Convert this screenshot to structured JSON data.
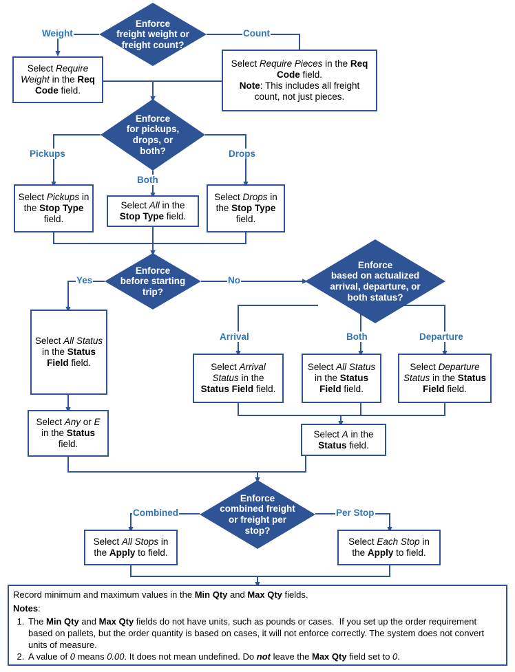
{
  "diagram": {
    "title": "Freight requirement enforcement flowchart",
    "colors": {
      "diamond_fill": "#2F5496",
      "box_border": "#2F5496",
      "edge_label": "#2E75B6",
      "connector": "#2F5496",
      "text": "#000000",
      "diamond_text": "#FFFFFF",
      "background": "#FFFFFF"
    }
  },
  "decisions": {
    "d1": {
      "lines": [
        "Enforce",
        "freight weight or",
        "freight count?"
      ]
    },
    "d2": {
      "lines": [
        "Enforce",
        "for pickups,",
        "drops, or",
        "both?"
      ]
    },
    "d3": {
      "lines": [
        "Enforce",
        "before starting",
        "trip?"
      ]
    },
    "d4": {
      "lines": [
        "Enforce",
        "based on actualized",
        "arrival, departure, or",
        "both status?"
      ]
    },
    "d5": {
      "lines": [
        "Enforce",
        "combined freight",
        "or freight per",
        "stop?"
      ]
    }
  },
  "edge_labels": {
    "weight": "Weight",
    "count": "Count",
    "pickups": "Pickups",
    "both_stop": "Both",
    "drops": "Drops",
    "yes": "Yes",
    "no": "No",
    "arrival": "Arrival",
    "both_status": "Both",
    "departure": "Departure",
    "combined": "Combined",
    "per_stop": "Per Stop"
  },
  "boxes": {
    "require_weight": {
      "html": "Select <i>Require Weight</i> in the <b>Req Code</b> field.",
      "plain": "Select Require Weight in the Req Code field."
    },
    "require_pieces": {
      "html": "Select <i>Require Pieces</i> in the <b>Req Code</b> field.<br><b>Note</b>: This includes all freight count, not just pieces.",
      "plain": "Select Require Pieces in the Req Code field. Note: This includes all freight count, not just pieces."
    },
    "stop_pickups": {
      "html": "Select <i>Pickups</i> in the <b>Stop Type</b> field.",
      "plain": "Select Pickups in the Stop Type field."
    },
    "stop_all": {
      "html": "Select <i>All</i> in the <b>Stop Type</b> field.",
      "plain": "Select All in the Stop Type field."
    },
    "stop_drops": {
      "html": "Select <i>Drops</i> in the <b>Stop Type</b> field.",
      "plain": "Select Drops in the Stop Type field."
    },
    "status_all_field": {
      "html": "Select <i>All Status</i> in the <b>Status Field</b> field.",
      "plain": "Select All Status in the Status Field field."
    },
    "status_any_or_e": {
      "html": "Select <i>Any</i> or <i>E</i> in the <b>Status</b> field.",
      "plain": "Select Any or E in the Status field."
    },
    "status_arrival": {
      "html": "Select <i>Arrival Status</i> in the <b>Status Field</b> field.",
      "plain": "Select Arrival Status in the Status Field field."
    },
    "status_all_both": {
      "html": "Select <i>All Status</i> in the <b>Status Field</b> field.",
      "plain": "Select All Status in the Status Field field."
    },
    "status_departure": {
      "html": "Select <i>Departure Status</i> in the <b>Status Field</b> field.",
      "plain": "Select Departure Status in the Status Field field."
    },
    "status_a": {
      "html": "Select <i>A</i> in the <b>Status</b> field.",
      "plain": "Select A in the Status field."
    },
    "apply_all_stops": {
      "html": "Select <i>All Stops</i> in the <b>Apply</b> to field.",
      "plain": "Select All Stops in the Apply to field."
    },
    "apply_each_stop": {
      "html": "Select <i>Each Stop</i> in the <b>Apply</b> to field.",
      "plain": "Select Each Stop in the Apply to field."
    }
  },
  "notes_panel": {
    "lead_html": "Record minimum and maximum values in the <b>Min Qty</b> and <b>Max Qty</b> fields.",
    "lead_plain": "Record minimum and maximum values in the Min Qty and Max Qty fields.",
    "heading_html": "<b>Notes</b>:",
    "heading_plain": "Notes:",
    "items_html": [
      "The <b>Min Qty</b> and <b>Max Qty</b> fields do not have units, such as pounds or cases.  If you set up the order requirement based on pallets, but the order quantity is based on cases, it will not enforce correctly. The system does not convert units of measure.",
      "A value of <i>0</i> means <i>0.00</i>. It does not mean undefined. Do <span class=\"bi\">not</span> leave the <b>Max Qty</b> field set to <i>0</i>."
    ],
    "items_plain": [
      "The Min Qty and Max Qty fields do not have units, such as pounds or cases. If you set up the order requirement based on pallets, but the order quantity is based on cases, it will not enforce correctly. The system does not convert units of measure.",
      "A value of 0 means 0.00. It does not mean undefined. Do not leave the Max Qty field set to 0."
    ]
  }
}
